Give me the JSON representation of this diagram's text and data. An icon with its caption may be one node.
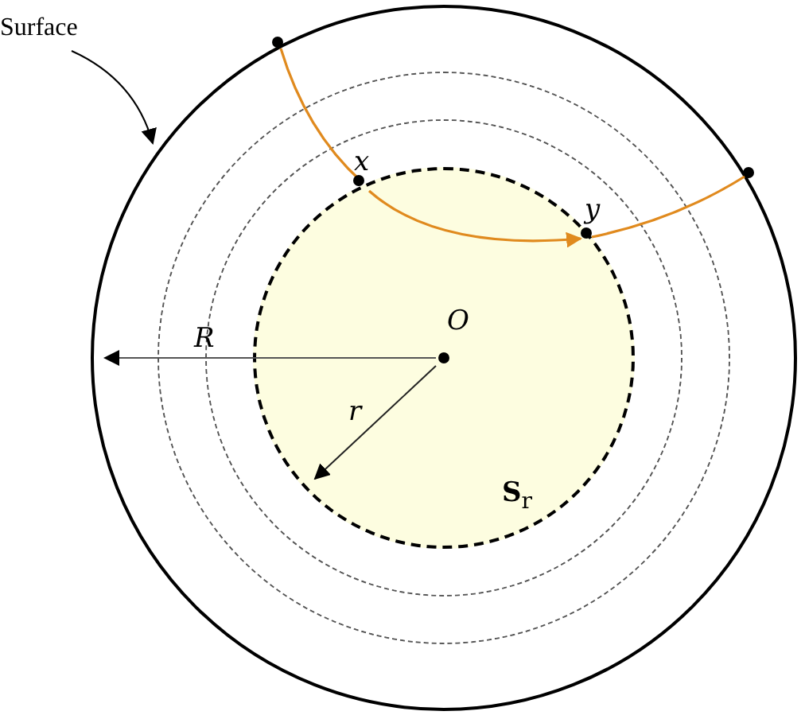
{
  "diagram": {
    "nodes": [
      {
        "text": [
          "Surface"
        ]
      },
      {
        "text": [],
        "shape": "circle"
      },
      {
        "text": [],
        "shape": "circle",
        "in": 1
      },
      {
        "text": [],
        "shape": "circle",
        "in": 2
      },
      {
        "text": [
          "**S**$_{r}$"
        ],
        "in": 3
      },
      {
        "text": [],
        "shape": "circle",
        "in": 1
      },
      {
        "text": [
          "x"
        ],
        "in": 4
      },
      {
        "text": [
          "y"
        ],
        "in": 4
      },
      {
        "text": [],
        "shape": "circle",
        "in": 1
      }
    ],
    "edges": [
      {
        "from": 0,
        "to": 1,
        "arrow": "to",
        "color": "#000000"
      },
      {
        "from": 5,
        "to": 6,
        "arrow": "none",
        "color": "#e08a1e"
      },
      {
        "from": 6,
        "to": 7,
        "arrow": "to",
        "color": "#e08a1e"
      },
      {
        "from": 7,
        "to": 8,
        "arrow": "none",
        "color": "#e08a1e"
      }
    ],
    "labels": [
      "O",
      "R",
      "r"
    ]
  }
}
